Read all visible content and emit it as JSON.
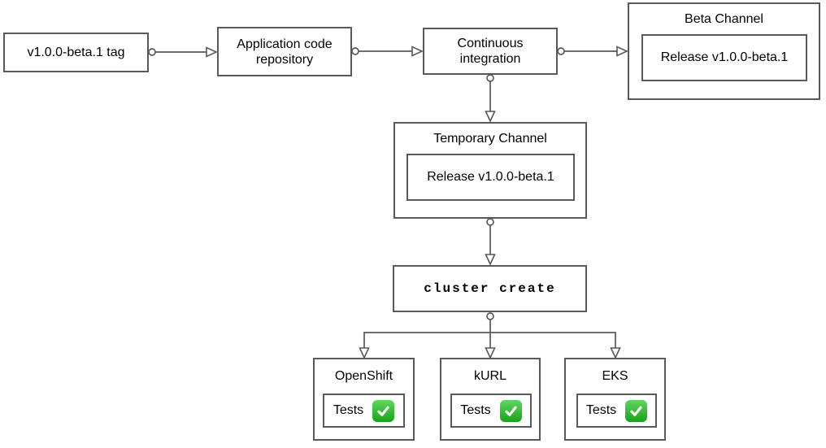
{
  "diagram_type": "flowchart",
  "nodes": {
    "tag": {
      "label": "v1.0.0-beta.1 tag"
    },
    "app_repo": {
      "label": "Application code repository"
    },
    "ci": {
      "label": "Continuous integration"
    },
    "beta_channel": {
      "title": "Beta Channel",
      "release_label": "Release v1.0.0-beta.1"
    },
    "temp_channel": {
      "title": "Temporary Channel",
      "release_label": "Release v1.0.0-beta.1"
    },
    "cluster_create": {
      "label": "cluster create"
    },
    "clusters": [
      {
        "title": "OpenShift",
        "tests_label": "Tests",
        "status": "pass",
        "status_icon": "green-check-icon"
      },
      {
        "title": "kURL",
        "tests_label": "Tests",
        "status": "pass",
        "status_icon": "green-check-icon"
      },
      {
        "title": "EKS",
        "tests_label": "Tests",
        "status": "pass",
        "status_icon": "green-check-icon"
      }
    ]
  },
  "edges": [
    {
      "from": "tag",
      "to": "app_repo"
    },
    {
      "from": "app_repo",
      "to": "ci"
    },
    {
      "from": "ci",
      "to": "beta_channel"
    },
    {
      "from": "ci",
      "to": "temp_channel"
    },
    {
      "from": "temp_channel",
      "to": "cluster_create"
    },
    {
      "from": "cluster_create",
      "to": "openshift"
    },
    {
      "from": "cluster_create",
      "to": "kurl"
    },
    {
      "from": "cluster_create",
      "to": "eks"
    }
  ],
  "colors": {
    "stroke": "#595959",
    "text": "#000000",
    "background": "#ffffff",
    "check_green_top": "#5fd75f",
    "check_green_bottom": "#17a317"
  }
}
